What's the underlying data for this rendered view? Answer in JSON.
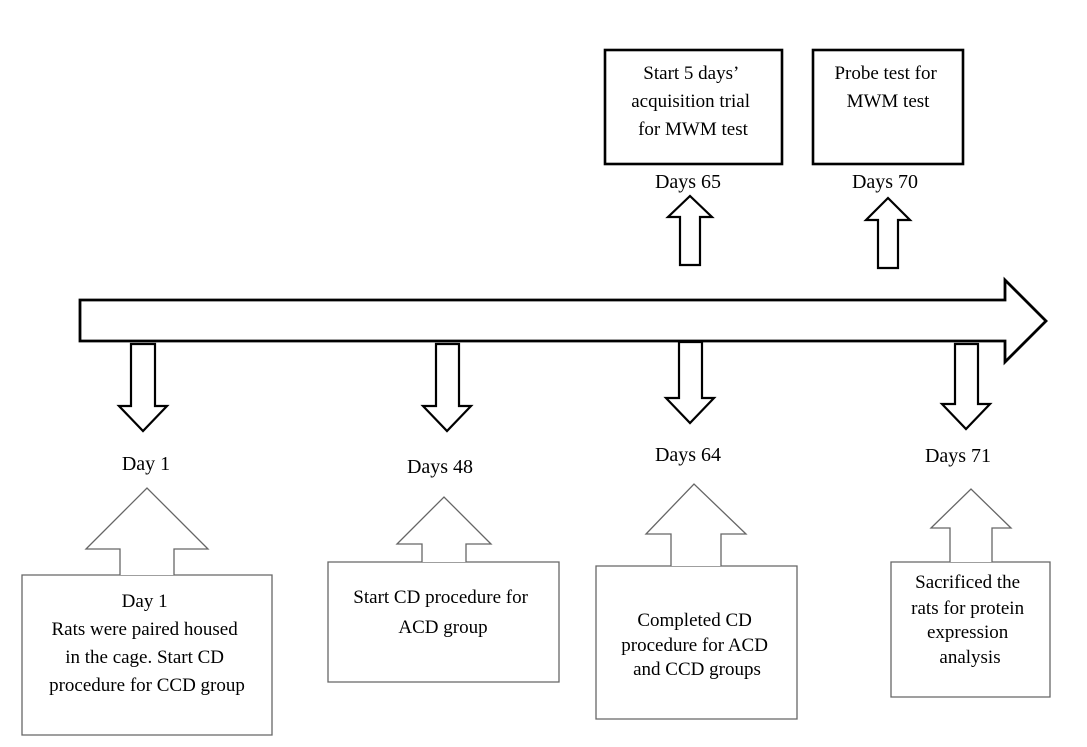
{
  "top_events": [
    {
      "day_label": "Days 65",
      "lines": [
        "Start 5 days’",
        "acquisition trial",
        "for MWM test"
      ]
    },
    {
      "day_label": "Days 70",
      "lines": [
        "Probe test for",
        "MWM test"
      ]
    }
  ],
  "bottom_events": [
    {
      "day_label": "Day 1",
      "lines": [
        "Day 1",
        "Rats were paired housed",
        "in the cage. Start CD",
        "procedure for CCD group"
      ]
    },
    {
      "day_label": "Days 48",
      "lines": [
        "Start CD procedure for",
        "ACD group"
      ]
    },
    {
      "day_label": "Days 64",
      "lines": [
        "Completed CD",
        "procedure for ACD",
        "and CCD groups"
      ]
    },
    {
      "day_label": "Days 71",
      "lines": [
        "Sacrificed the",
        "rats for protein",
        "expression",
        "analysis"
      ]
    }
  ]
}
